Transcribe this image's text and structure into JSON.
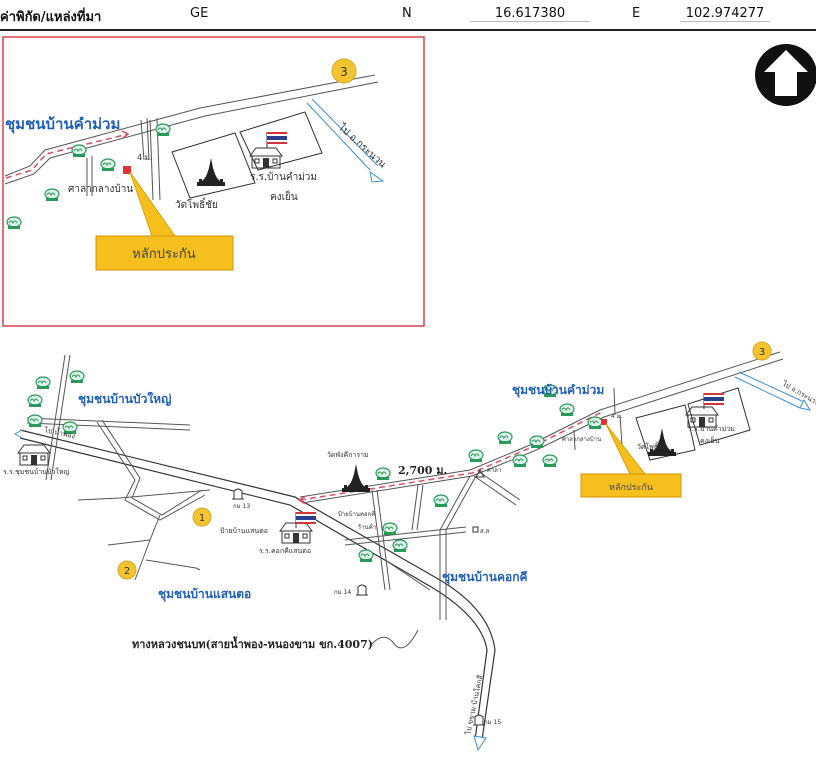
{
  "header": {
    "label": "ค่าพิกัด/แหล่งที่มา",
    "source": "GE",
    "lat_label": "N",
    "lat_value": "16.617380",
    "lon_label": "E",
    "lon_value": "102.974277"
  },
  "inset": {
    "community": "ชุมชนบ้านคำม่วม",
    "marker_number": "3",
    "to_label": "ไป อ.กระนวน",
    "sala": "ศาลากลางบ้าน",
    "distance_small": "4 ม.",
    "temple": "วัดโพธิ์ชัย",
    "school_line1": "ร.ร.บ้านคำม่วม",
    "school_line2": "คงเย็น",
    "callout": "หลักประกัน"
  },
  "main": {
    "community_kham_muam": "ชุมชนบ้านคำม่วม",
    "community_bua_yai": "ชุมชนบ้านบัวใหญ่",
    "community_saen_to": "ชุมชนบ้านแสนตอ",
    "community_khok_khi": "ชุมชนบ้านคอกคี",
    "marker_1": "1",
    "marker_2": "2",
    "marker_3": "3",
    "to_krranuan": "ไป อ.กระนวน",
    "to_nam_phong": "ไป น้ำพอง",
    "to_khok_si": "ไป ขขาม บ้านโคกสี",
    "school_bua_yai": "ร.ร.ชุมชนบ้านบัวใหญ่",
    "sign_saen_to": "ป้ายบ้านแสนตอ",
    "school_khok_khi": "ร.ร.คอกคีแสนตอ",
    "km13": "กม 13",
    "km14": "กม 14",
    "km15": "กม 15",
    "temple_phang": "วัดพังคีการาม",
    "distance": "2,700 ม.",
    "sign_khok_khi": "ป้ายบ้านคอกคี",
    "shop": "ร้านค้า",
    "health": "ส.ส",
    "sala_small": "ศาลา",
    "sala_center": "ศาลากลางบ้าน",
    "small_dist": "4 ม.",
    "temple_pho": "วัดโพธิ์ชัย",
    "school_line1": "ร.ร.บ้านคำม่วม",
    "school_line2": "คงเย็น",
    "callout": "หลักประกัน",
    "highway": "ทางหลวงชนบท(สายน้ำพอง-หนองขาม ขก.4007)"
  },
  "colors": {
    "frame_red": "#d8404a",
    "callout_yellow": "#f5c01e",
    "marker_yellow": "#f4c430",
    "route_red": "#e05060",
    "label_blue": "#1f5fb5",
    "road_blue": "#3b8fd0",
    "tree_green": "#2a9a5a"
  },
  "icons": {
    "north": "north-arrow-icon",
    "tree": "tree-icon",
    "temple": "temple-icon",
    "school": "school-icon",
    "flag": "thai-flag-icon",
    "milestone": "km-post-icon"
  }
}
